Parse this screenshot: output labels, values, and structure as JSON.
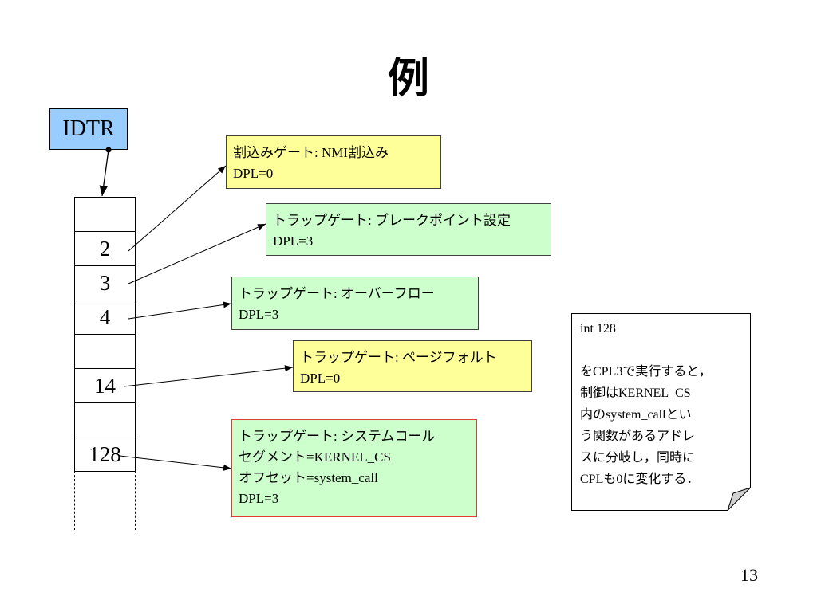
{
  "slide": {
    "title": "例",
    "page_number": "13"
  },
  "idtr": {
    "label": "IDTR",
    "fill": "#99ccff"
  },
  "idt_table": {
    "rows": [
      "",
      "2",
      "3",
      "4",
      "",
      "14",
      "",
      "128"
    ]
  },
  "gates": [
    {
      "lines": [
        "割込みゲート: NMI割込み",
        "DPL=0"
      ],
      "fill": "#ffff99",
      "border": "#404040"
    },
    {
      "lines": [
        "トラップゲート: ブレークポイント設定",
        "DPL=3"
      ],
      "fill": "#ccffcc",
      "border": "#404040"
    },
    {
      "lines": [
        "トラップゲート: オーバーフロー",
        "DPL=3"
      ],
      "fill": "#ccffcc",
      "border": "#404040"
    },
    {
      "lines": [
        "トラップゲート: ページフォルト",
        "DPL=0"
      ],
      "fill": "#ffff99",
      "border": "#404040"
    },
    {
      "lines": [
        "トラップゲート: システムコール",
        "セグメント=KERNEL_CS",
        "オフセット=system_call",
        "DPL=3"
      ],
      "fill": "#ccffcc",
      "border": "#e03c31"
    }
  ],
  "note": {
    "heading": "int 128",
    "lines": [
      "をCPL3で実行すると，",
      "制御はKERNEL_CS",
      "内のsystem_callとい",
      "う関数があるアドレ",
      "スに分岐し，同時に",
      "CPLも0に変化する．"
    ],
    "fold_fill": "#d0d0d0"
  }
}
